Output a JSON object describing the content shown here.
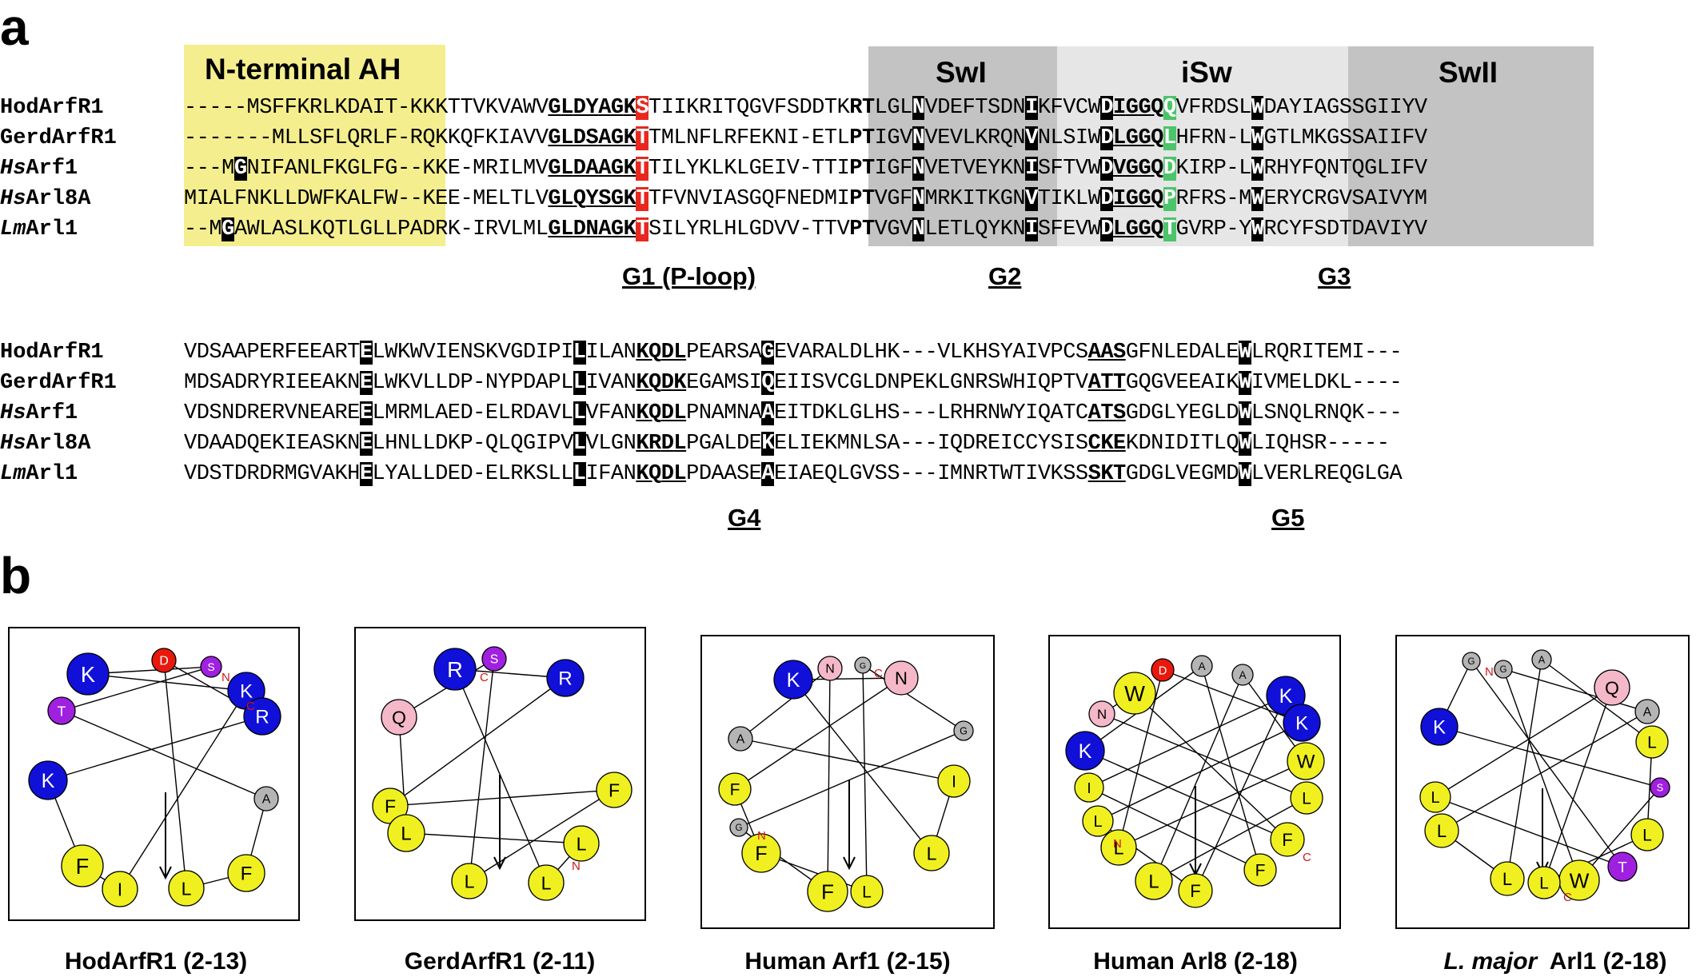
{
  "panel_a": {
    "letter": "a",
    "regions": {
      "n_terminal": "N-terminal AH",
      "swI": "SwI",
      "isw": "iSw",
      "swII": "SwII"
    },
    "colors": {
      "n_terminal_bg": "#f4ee8e",
      "swI_bg": "#c3c3c3",
      "isw_bg": "#e6e6e6",
      "swII_bg": "#c3c3c3",
      "red_highlight": "#e8281e",
      "green_highlight": "#4cc46a",
      "black_highlight": "#000000"
    },
    "block1": {
      "rows": [
        {
          "name": "HodArfR1",
          "seq": "-----MSFFKRLKDAIT-KKKTTVKVAWVGLDYAGKSTIIKRITQGVFSDDTKRTLGLNVDEFTSDNIKFVCWDIGGQQVFRDSLWDAYIAGSSGIIYV"
        },
        {
          "name": "GerdArfR1",
          "seq": "-------MLLSFLQRLF-RQKKQFKIAVVGLDSAGKTTMLNFLRFEKNI-ETLPTIGVNVEVLKRQNVNLSIWDLGGQLHFRN-LWGTLMKGSSAIIFV"
        },
        {
          "name_prefix": "Hs",
          "name": "Arf1",
          "seq": "---MGNIFANLFKGLFG--KKE-MRILMVGLDAAGKTTILYKLKLGEIV-TTIPTIGFNVETVEYKNISFTVWDVGGQDKIRP-LWRHYFQNTQGLIFV"
        },
        {
          "name_prefix": "Hs",
          "name": "Arl8A",
          "seq": "MIALFNKLLDWFKALFW--KEE-MELTLVGLQYSGKTTFVNVIASGQFNEDMIPTVGFNMRKITKGNVTIKLWDIGGQPRFRS-MWERYCRGVSAIVYM"
        },
        {
          "name_prefix": "Lm",
          "name": "Arl1",
          "seq": "--MGAWLASLKQTLGLLPADRK-IRVLMLGLDNAGKTSILYRLHLGDVV-TTVPTVGVNLETLQYKNISFEVWDLGGQTGVRP-YWRCYFSDTDAVIYV"
        }
      ],
      "motifs": [
        "G1 (P-loop)",
        "G2",
        "G3"
      ]
    },
    "block2": {
      "rows": [
        {
          "name": "HodArfR1",
          "seq": "VDSAAPERFEEARTELWKWVIENSKVGDIPILILANKQDLPEARSAGEVARALDLHK---VLKHSYAIVPCSAASGFNLEDALEWLRQRITEMI---"
        },
        {
          "name": "GerdArfR1",
          "seq": "MDSADRYRIEEAKNELWKVLLDP-NYPDAPLLIVANKQDKEGAMSIQEIISVCGLDNPEKLGNRSWHIQPTVATTGQGVEEAIKWIVMELDKL----"
        },
        {
          "name_prefix": "Hs",
          "name": "Arf1",
          "seq": "VDSNDRERVNEAREELMRMLAED-ELRDAVLLVFANKQDLPNAMNAAEITDKLGLHS---LRHRNWYIQATCATSGDGLYEGLDWLSNQLRNQK---"
        },
        {
          "name_prefix": "Hs",
          "name": "Arl8A",
          "seq": "VDAADQEKIEASKNELHNLLDKP-QLQGIPVLVLGNKRDLPGALDEKELIEKMNLSA---IQDREICCYSISCKEKDNIDITLQWLIQHSR-----"
        },
        {
          "name_prefix": "Lm",
          "name": "Arl1",
          "seq": "VDSTDRDRMGVAKHELYALLDED-ELRKSLLLIFANKQDLPDAASEAEIAEQLGVSS---IMNRTWTIVKSSSKTGDGLVEGMDWLVERLREQGLGA"
        }
      ],
      "motifs": [
        "G4",
        "G5"
      ]
    }
  },
  "panel_b": {
    "letter": "b",
    "residue_colors": {
      "blue": "#1010d8",
      "red": "#e8180c",
      "purple": "#a020e0",
      "pink": "#f4b8c8",
      "grey": "#b4b4b4",
      "yellow": "#f0f020"
    },
    "wheels": [
      {
        "caption": "HodArfR1 (2-13)",
        "terminal_labels": [
          "N",
          "C"
        ],
        "residues": [
          "K",
          "D",
          "S",
          "K",
          "R",
          "T",
          "K",
          "A",
          "F",
          "F",
          "I",
          "L"
        ]
      },
      {
        "caption": "GerdArfR1 (2-11)",
        "terminal_labels": [
          "C",
          "N"
        ],
        "residues": [
          "R",
          "S",
          "R",
          "Q",
          "F",
          "L",
          "F",
          "L",
          "L",
          "L"
        ]
      },
      {
        "caption": "Human Arf1 (2-15)",
        "terminal_labels": [
          "C",
          "N"
        ],
        "residues": [
          "K",
          "N",
          "G",
          "N",
          "A",
          "G",
          "F",
          "I",
          "G",
          "F",
          "L",
          "F",
          "L"
        ]
      },
      {
        "caption": "Human Arl8 (2-18)",
        "terminal_labels": [
          "C",
          "N"
        ],
        "residues": [
          "W",
          "D",
          "A",
          "A",
          "K",
          "N",
          "K",
          "K",
          "W",
          "I",
          "L",
          "L",
          "F",
          "L",
          "F",
          "L",
          "F"
        ]
      },
      {
        "caption_prefix": "L. major",
        "caption": "Arl1 (2-18)",
        "terminal_labels": [
          "N",
          "C"
        ],
        "residues": [
          "G",
          "G",
          "A",
          "Q",
          "K",
          "A",
          "L",
          "L",
          "S",
          "L",
          "L",
          "T",
          "W",
          "L",
          "L"
        ]
      }
    ]
  }
}
